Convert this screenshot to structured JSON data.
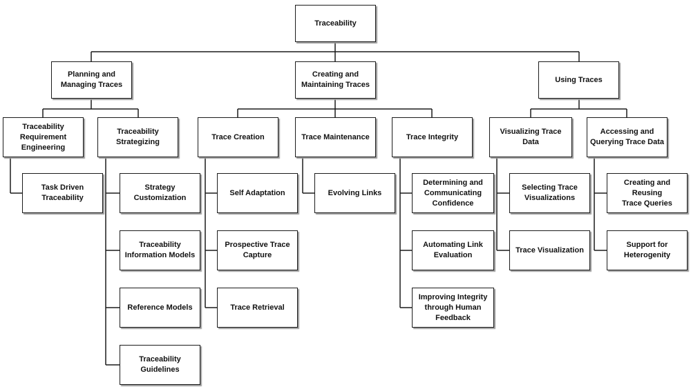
{
  "root": "Traceability",
  "categories": [
    {
      "label": "Planning and\nManaging Traces",
      "subcategories": [
        {
          "label": "Traceability\nRequirement\nEngineering",
          "leaves": [
            "Task Driven\nTraceability"
          ]
        },
        {
          "label": "Traceability\nStrategizing",
          "leaves": [
            "Strategy\nCustomization",
            "Traceability\nInformation Models",
            "Reference Models",
            "Traceability\nGuidelines"
          ]
        }
      ]
    },
    {
      "label": "Creating and\nMaintaining Traces",
      "subcategories": [
        {
          "label": "Trace Creation",
          "leaves": [
            "Self Adaptation",
            "Prospective Trace\nCapture",
            "Trace Retrieval"
          ]
        },
        {
          "label": "Trace Maintenance",
          "leaves": [
            "Evolving Links"
          ]
        },
        {
          "label": "Trace Integrity",
          "leaves": [
            "Determining and\nCommunicating\nConfidence",
            "Automating Link\nEvaluation",
            "Improving Integrity\nthrough Human\nFeedback"
          ]
        }
      ]
    },
    {
      "label": "Using Traces",
      "subcategories": [
        {
          "label": "Visualizing Trace Data",
          "leaves": [
            "Selecting Trace\nVisualizations",
            "Trace Visualization"
          ]
        },
        {
          "label": "Accessing and\nQuerying Trace Data",
          "leaves": [
            "Creating and Reusing\nTrace Queries",
            "Support for\nHeterogenity"
          ]
        }
      ]
    }
  ]
}
